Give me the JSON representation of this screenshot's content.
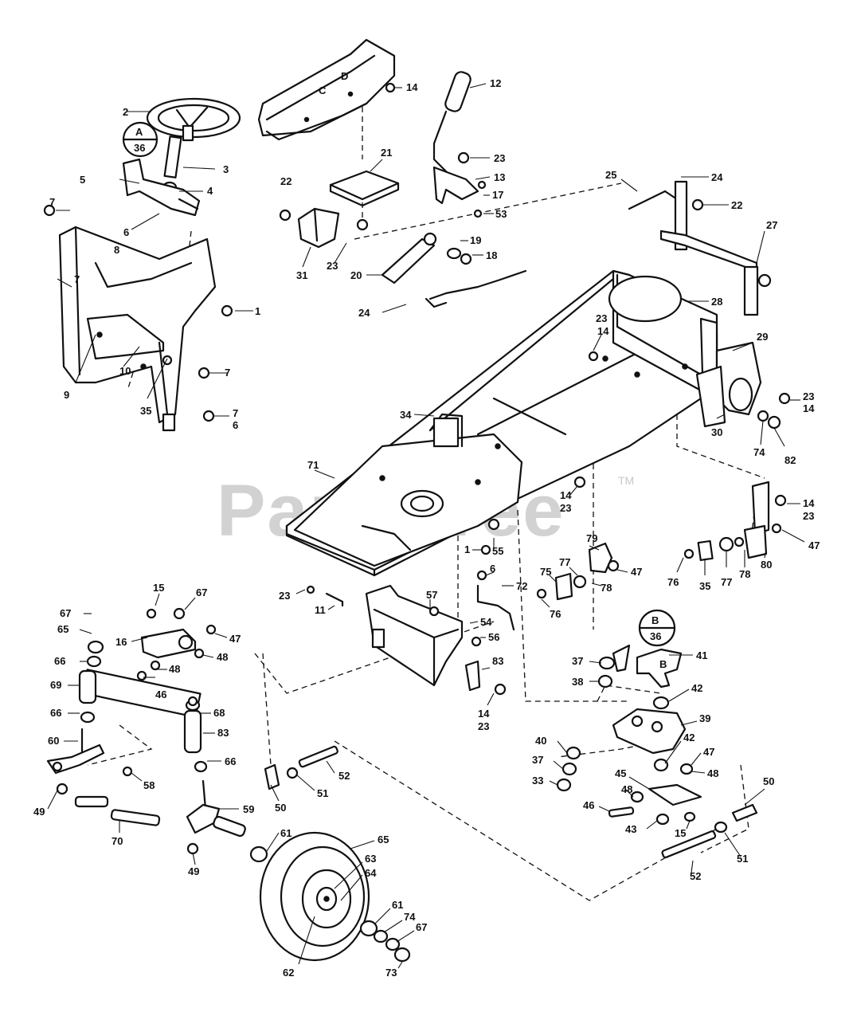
{
  "watermark": {
    "text": "PartsTree",
    "tm": "TM"
  },
  "callouts": {
    "A": {
      "letter": "A",
      "ref": "36"
    },
    "B": {
      "letter": "B",
      "ref": "36"
    }
  },
  "plate": {
    "c": "C",
    "d": "D",
    "b": "B"
  },
  "labels": [
    {
      "id": "l1",
      "t": "1"
    },
    {
      "id": "l2",
      "t": "2"
    },
    {
      "id": "l3",
      "t": "3"
    },
    {
      "id": "l4",
      "t": "4"
    },
    {
      "id": "l5",
      "t": "5"
    },
    {
      "id": "l6",
      "t": "6"
    },
    {
      "id": "l7a",
      "t": "7"
    },
    {
      "id": "l7b",
      "t": "7"
    },
    {
      "id": "l7c",
      "t": "7"
    },
    {
      "id": "l6b",
      "t": "6"
    },
    {
      "id": "l7d",
      "t": "7"
    },
    {
      "id": "l8",
      "t": "8"
    },
    {
      "id": "l9",
      "t": "9"
    },
    {
      "id": "l10",
      "t": "10"
    },
    {
      "id": "l35a",
      "t": "35"
    },
    {
      "id": "l1b",
      "t": "1"
    },
    {
      "id": "l12",
      "t": "12"
    },
    {
      "id": "l14a",
      "t": "14"
    },
    {
      "id": "l21",
      "t": "21"
    },
    {
      "id": "l22a",
      "t": "22"
    },
    {
      "id": "l23a",
      "t": "23"
    },
    {
      "id": "l13",
      "t": "13"
    },
    {
      "id": "l17",
      "t": "17"
    },
    {
      "id": "l53",
      "t": "53"
    },
    {
      "id": "l19",
      "t": "19"
    },
    {
      "id": "l18",
      "t": "18"
    },
    {
      "id": "l31",
      "t": "31"
    },
    {
      "id": "l23b",
      "t": "23"
    },
    {
      "id": "l20",
      "t": "20"
    },
    {
      "id": "l24a",
      "t": "24"
    },
    {
      "id": "l25",
      "t": "25"
    },
    {
      "id": "l24b",
      "t": "24"
    },
    {
      "id": "l22b",
      "t": "22"
    },
    {
      "id": "l27",
      "t": "27"
    },
    {
      "id": "l28",
      "t": "28"
    },
    {
      "id": "l29",
      "t": "29"
    },
    {
      "id": "l23c",
      "t": "23"
    },
    {
      "id": "l14b",
      "t": "14"
    },
    {
      "id": "l23d",
      "t": "23"
    },
    {
      "id": "l14c",
      "t": "14"
    },
    {
      "id": "l30",
      "t": "30"
    },
    {
      "id": "l74a",
      "t": "74"
    },
    {
      "id": "l82",
      "t": "82"
    },
    {
      "id": "l34",
      "t": "34"
    },
    {
      "id": "l71",
      "t": "71"
    },
    {
      "id": "l14d",
      "t": "14"
    },
    {
      "id": "l23e",
      "t": "23"
    },
    {
      "id": "l14e",
      "t": "14"
    },
    {
      "id": "l23f",
      "t": "23"
    },
    {
      "id": "l47a",
      "t": "47"
    },
    {
      "id": "l80",
      "t": "80"
    },
    {
      "id": "l78a",
      "t": "78"
    },
    {
      "id": "l77a",
      "t": "77"
    },
    {
      "id": "l35b",
      "t": "35"
    },
    {
      "id": "l76a",
      "t": "76"
    },
    {
      "id": "l55",
      "t": "55"
    },
    {
      "id": "l79",
      "t": "79"
    },
    {
      "id": "l47b",
      "t": "47"
    },
    {
      "id": "l78b",
      "t": "78"
    },
    {
      "id": "l77b",
      "t": "77"
    },
    {
      "id": "l75",
      "t": "75"
    },
    {
      "id": "l76b",
      "t": "76"
    },
    {
      "id": "l1c",
      "t": "1"
    },
    {
      "id": "l6c",
      "t": "6"
    },
    {
      "id": "l72",
      "t": "72"
    },
    {
      "id": "l23g",
      "t": "23"
    },
    {
      "id": "l11",
      "t": "11"
    },
    {
      "id": "l57",
      "t": "57"
    },
    {
      "id": "l54",
      "t": "54"
    },
    {
      "id": "l56",
      "t": "56"
    },
    {
      "id": "l83a",
      "t": "83"
    },
    {
      "id": "l14f",
      "t": "14"
    },
    {
      "id": "l23h",
      "t": "23"
    },
    {
      "id": "l15a",
      "t": "15"
    },
    {
      "id": "l67a",
      "t": "67"
    },
    {
      "id": "l67b",
      "t": "67"
    },
    {
      "id": "l65",
      "t": "65"
    },
    {
      "id": "l16",
      "t": "16"
    },
    {
      "id": "l47c",
      "t": "47"
    },
    {
      "id": "l48a",
      "t": "48"
    },
    {
      "id": "l66a",
      "t": "66"
    },
    {
      "id": "l48b",
      "t": "48"
    },
    {
      "id": "l46a",
      "t": "46"
    },
    {
      "id": "l69",
      "t": "69"
    },
    {
      "id": "l66b",
      "t": "66"
    },
    {
      "id": "l66c",
      "t": "66"
    },
    {
      "id": "l68",
      "t": "68"
    },
    {
      "id": "l83b",
      "t": "83"
    },
    {
      "id": "l60",
      "t": "60"
    },
    {
      "id": "l66d",
      "t": "66"
    },
    {
      "id": "l58",
      "t": "58"
    },
    {
      "id": "l49a",
      "t": "49"
    },
    {
      "id": "l59",
      "t": "59"
    },
    {
      "id": "l70",
      "t": "70"
    },
    {
      "id": "l49b",
      "t": "49"
    },
    {
      "id": "l50a",
      "t": "50"
    },
    {
      "id": "l51a",
      "t": "51"
    },
    {
      "id": "l52a",
      "t": "52"
    },
    {
      "id": "l61a",
      "t": "61"
    },
    {
      "id": "l65b",
      "t": "65"
    },
    {
      "id": "l63",
      "t": "63"
    },
    {
      "id": "l64",
      "t": "64"
    },
    {
      "id": "l61b",
      "t": "61"
    },
    {
      "id": "l74b",
      "t": "74"
    },
    {
      "id": "l67c",
      "t": "67"
    },
    {
      "id": "l73",
      "t": "73"
    },
    {
      "id": "l62",
      "t": "62"
    },
    {
      "id": "l41",
      "t": "41"
    },
    {
      "id": "l37a",
      "t": "37"
    },
    {
      "id": "l38",
      "t": "38"
    },
    {
      "id": "l42a",
      "t": "42"
    },
    {
      "id": "l39",
      "t": "39"
    },
    {
      "id": "l40",
      "t": "40"
    },
    {
      "id": "l42b",
      "t": "42"
    },
    {
      "id": "l47d",
      "t": "47"
    },
    {
      "id": "l37b",
      "t": "37"
    },
    {
      "id": "l48c",
      "t": "48"
    },
    {
      "id": "l33",
      "t": "33"
    },
    {
      "id": "l45",
      "t": "45"
    },
    {
      "id": "l48d",
      "t": "48"
    },
    {
      "id": "l46b",
      "t": "46"
    },
    {
      "id": "l43",
      "t": "43"
    },
    {
      "id": "l15b",
      "t": "15"
    },
    {
      "id": "l50b",
      "t": "50"
    },
    {
      "id": "l51b",
      "t": "51"
    },
    {
      "id": "l52b",
      "t": "52"
    }
  ]
}
